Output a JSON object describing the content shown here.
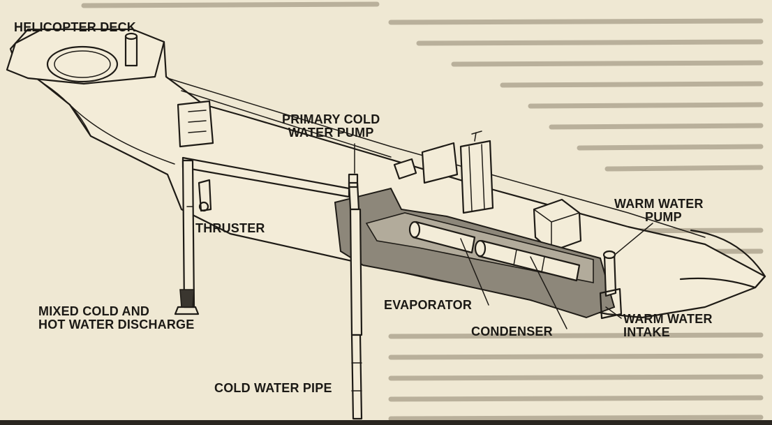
{
  "labels": {
    "helicopter_deck": "HELICOPTER DECK",
    "primary_pump_line1": "PRIMARY COLD",
    "primary_pump_line2": "WATER PUMP",
    "warm_pump_line1": "WARM WATER",
    "warm_pump_line2": "PUMP",
    "thruster": "THRUSTER",
    "discharge_line1": "MIXED COLD AND",
    "discharge_line2": "HOT WATER DISCHARGE",
    "evaporator": "EVAPORATOR",
    "condenser": "CONDENSER",
    "warm_intake_line1": "WARM WATER",
    "warm_intake_line2": "INTAKE",
    "cold_water_pipe": "COLD WATER PIPE"
  },
  "colors": {
    "paper": "#efe8d3",
    "ink": "#1e1b16",
    "shading": "#8d877a"
  }
}
